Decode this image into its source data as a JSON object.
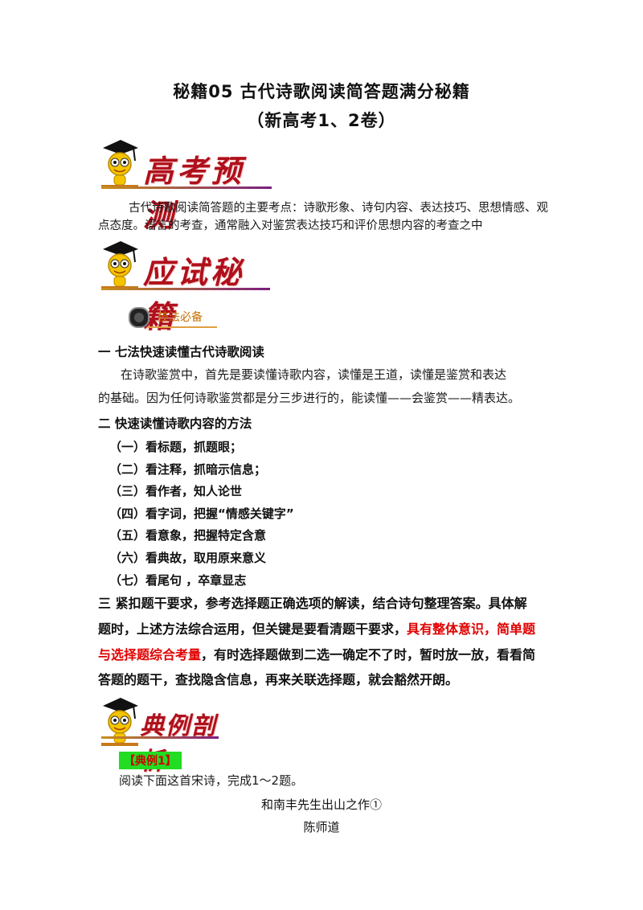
{
  "doc": {
    "title_line1": "秘籍05  古代诗歌阅读简答题满分秘籍",
    "title_line2": "（新高考1、2卷）"
  },
  "banners": {
    "gaokao": "高考预测",
    "yingshi": "应试秘籍",
    "dianli": "典例剖析"
  },
  "intro": {
    "line1": "古代诗歌阅读简答题的主要考点：诗歌形象、诗句内容、表达技巧、思想情感、观",
    "line2": "点态度。语言的考查，通常融入对鉴赏表达技巧和评价思想内容的考查之中"
  },
  "jifa": {
    "label": "技法必备"
  },
  "section1": {
    "heading": "一  七法快速读懂古代诗歌阅读",
    "p_line1": "在诗歌鉴赏中，首先是要读懂诗歌内容，读懂是王道，读懂是鉴赏和表达",
    "p_line2": "的基础。因为任何诗歌鉴赏都是分三步进行的，能读懂——会鉴赏——精表达。"
  },
  "section2": {
    "heading": "二  快速读懂诗歌内容的方法",
    "items": [
      "（一）看标题，抓题眼；",
      "（二）看注释，抓暗示信息；",
      "（三）看作者，知人论世",
      "（四）看字词，把握“情感关键字”",
      "（五）看意象，把握特定含意",
      "（六）看典故，取用原来意义",
      "（七）看尾句 ，卒章显志"
    ]
  },
  "section3": {
    "l1": "三    紧扣题干要求，参考选择题正确选项的解读，结合诗句整理答案。具体解",
    "l2_a": "题时，上述方法综合运用，但关键是要看清题干要求，",
    "l2_red": "具有整体意识，简单题",
    "l3_red": "与选择题综合考量",
    "l3_b": "，有时选择题做到二选一确定不了时，暂时放一放，看看简",
    "l4": "答题的题干，查找隐含信息，再来关联选择题，就会豁然开朗。"
  },
  "example": {
    "badge": "【典例1】",
    "instruction": "阅读下面这首宋诗，完成1～2题。",
    "poem_title": "和南丰先生出山之作①",
    "poem_author": "陈师道"
  },
  "colors": {
    "accent_red": "#e00000",
    "banner_red": "#b0101b",
    "badge_green": "#22dd22"
  }
}
